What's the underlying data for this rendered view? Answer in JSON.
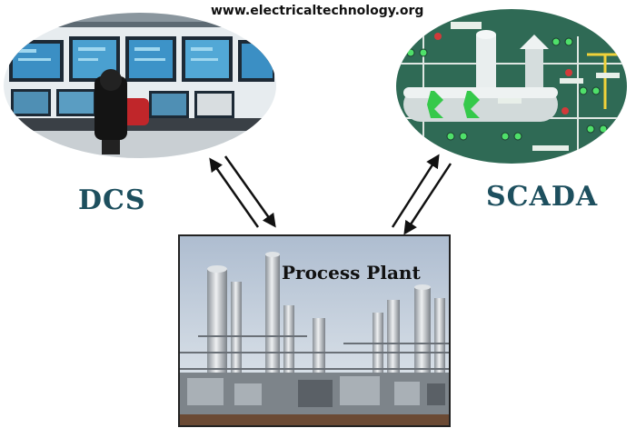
{
  "watermark": "www.electricaltechnology.org",
  "labels": {
    "dcs": "DCS",
    "scada": "SCADA",
    "plant": "Process Plant"
  },
  "colors": {
    "label_teal": "#1d4f5e",
    "scada_panel": "#2f6a55",
    "dcs_monitor": "#3b8fc4"
  }
}
